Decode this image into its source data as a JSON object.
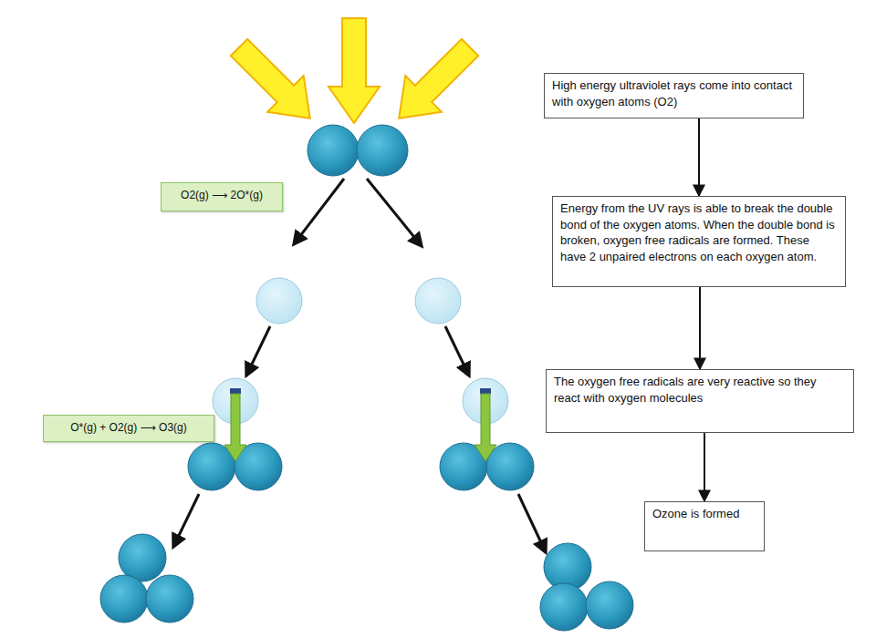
{
  "diagram": {
    "nodes": [
      {
        "text": [
          "High energy ultraviolet rays come into contact with oxygen atoms (O2)"
        ]
      },
      {
        "text": [
          "O2(g) ⟶ 2O*(g)"
        ]
      },
      {
        "text": [
          "Energy from the UV rays is able to break the double bond of the oxygen atoms. When the double bond is broken, oxygen free radicals are formed. These have 2 unpaired electrons on each oxygen atom."
        ]
      },
      {
        "text": [
          "The oxygen free radicals are very reactive so they react with oxygen molecules"
        ]
      },
      {
        "text": [
          "O*(g) + O2(g) ⟶ O3(g)"
        ]
      },
      {
        "text": [
          "Ozone is formed"
        ]
      }
    ],
    "edges": [
      {
        "from": 0,
        "to": 2,
        "arrow": "to"
      },
      {
        "from": 2,
        "to": 3,
        "arrow": "to"
      },
      {
        "from": 3,
        "to": 5,
        "arrow": "to"
      }
    ]
  }
}
